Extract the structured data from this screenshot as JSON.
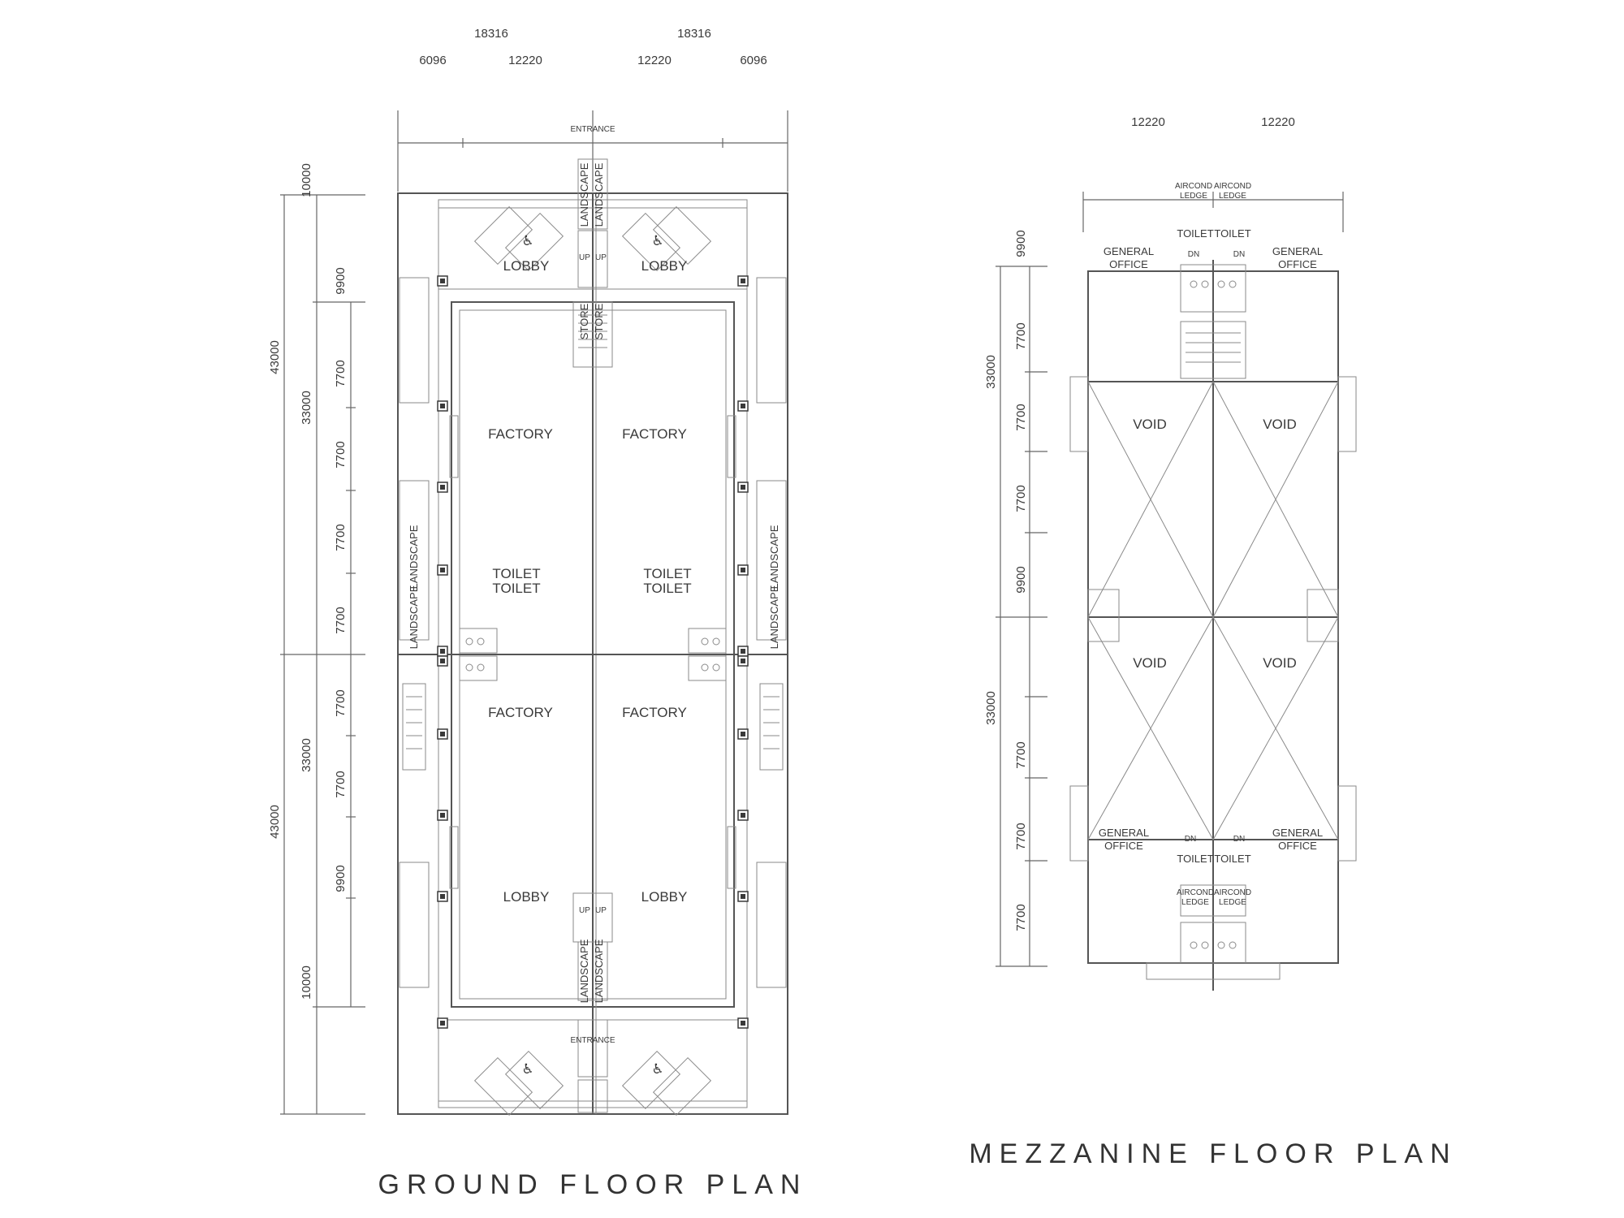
{
  "ground": {
    "title": "GROUND FLOOR PLAN",
    "dims_top_overall": [
      "18316",
      "18316"
    ],
    "dims_top": [
      "6096",
      "12220",
      "12220",
      "6096"
    ],
    "dims_left_outer": [
      "43000",
      "43000"
    ],
    "dims_left_mid": [
      "10000",
      "33000",
      "33000",
      "10000"
    ],
    "dims_left_inner": [
      "9900",
      "7700",
      "7700",
      "7700",
      "7700",
      "7700",
      "7700",
      "9900"
    ],
    "labels": {
      "lobby": "LOBBY",
      "factory": "FACTORY",
      "toilet": "TOILET",
      "store": "STORE",
      "landscape": "LANDSCAPE",
      "up": "UP",
      "entrance": "ENTRANCE"
    }
  },
  "mezzanine": {
    "title": "MEZZANINE FLOOR PLAN",
    "dims_top": [
      "12220",
      "12220"
    ],
    "dims_left_mid": [
      "33000",
      "33000"
    ],
    "dims_left_inner": [
      "9900",
      "7700",
      "7700",
      "7700",
      "9900",
      "7700",
      "7700",
      "7700"
    ],
    "labels": {
      "void": "VOID",
      "general": "GENERAL",
      "office": "OFFICE",
      "toilet": "TOILET",
      "aircond": "AIRCOND",
      "ledge": "LEDGE",
      "dn": "DN"
    }
  },
  "colors": {
    "line": "#555555",
    "text": "#3a3a3a"
  }
}
